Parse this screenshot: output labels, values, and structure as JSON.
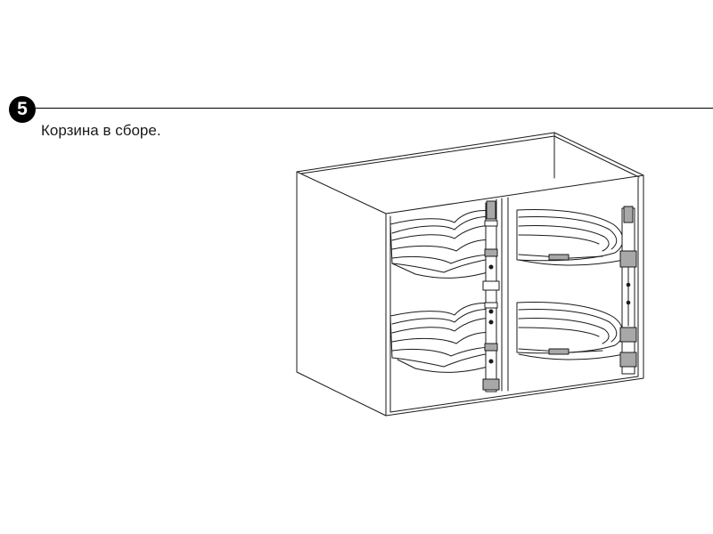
{
  "step": {
    "number": "5",
    "caption": "Корзина в сборе."
  },
  "illustration": {
    "subject": "cabinet-with-corner-baskets",
    "line_color": "#1a1a1a",
    "tray_fill": "#d8d8d8",
    "frame_fill": "#a8a8a8"
  }
}
